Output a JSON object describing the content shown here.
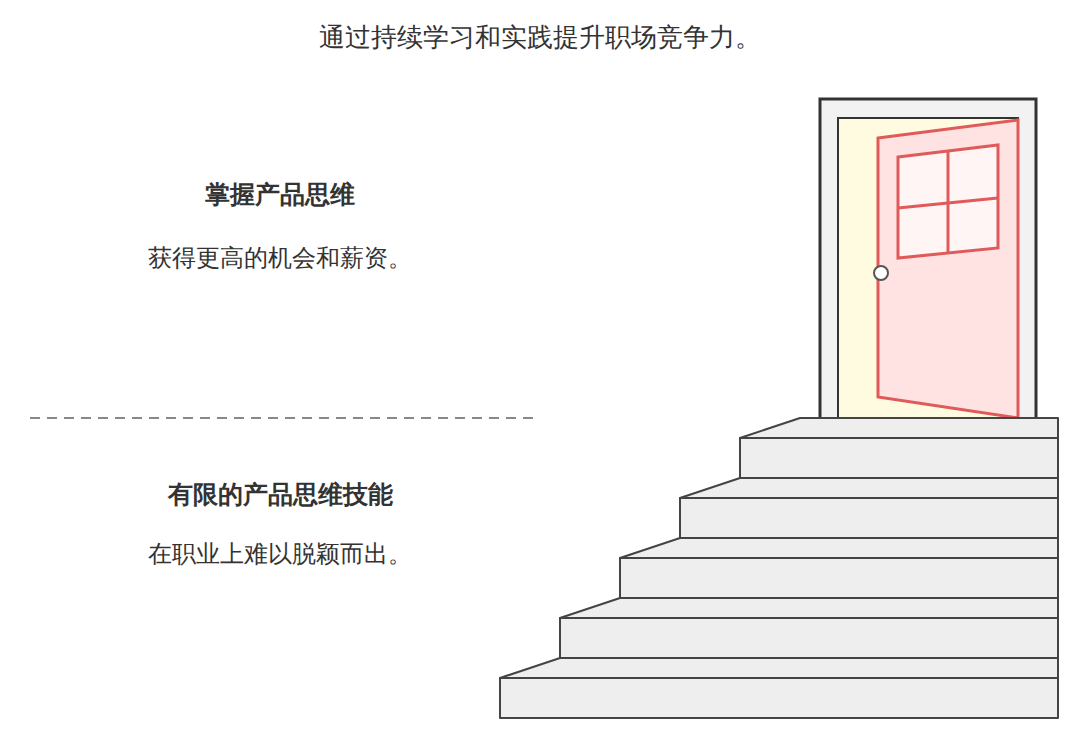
{
  "diagram": {
    "title": "通过持续学习和实践提升职场竞争力。",
    "labels": [
      "掌握产品思维",
      "获得更高的机会和薪资。",
      "有限的产品思维技能",
      "在职业上难以脱颖而出。"
    ]
  }
}
